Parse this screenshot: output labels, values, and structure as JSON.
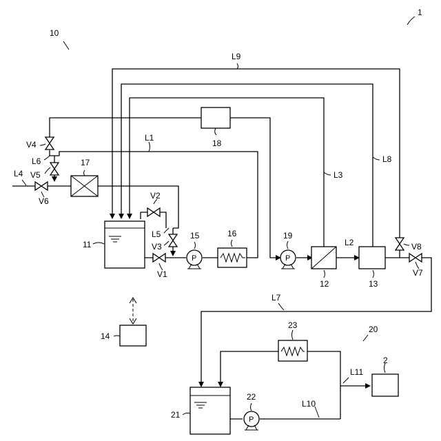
{
  "labels": {
    "sys_1": "1",
    "sys_10": "10",
    "sys_20": "20",
    "L1": "L1",
    "L2": "L2",
    "L3": "L3",
    "L4": "L4",
    "L5": "L5",
    "L6": "L6",
    "L7": "L7",
    "L8": "L8",
    "L9": "L9",
    "L10": "L10",
    "L11": "L11",
    "V1": "V1",
    "V2": "V2",
    "V3": "V3",
    "V4": "V4",
    "V5": "V5",
    "V6": "V6",
    "V7": "V7",
    "V8": "V8",
    "n2": "2",
    "n11": "11",
    "n12": "12",
    "n13": "13",
    "n14": "14",
    "n15": "15",
    "n16": "16",
    "n17": "17",
    "n18": "18",
    "n19": "19",
    "n21": "21",
    "n22": "22",
    "n23": "23",
    "pump15": "P",
    "pump19": "P",
    "pump22": "P"
  }
}
